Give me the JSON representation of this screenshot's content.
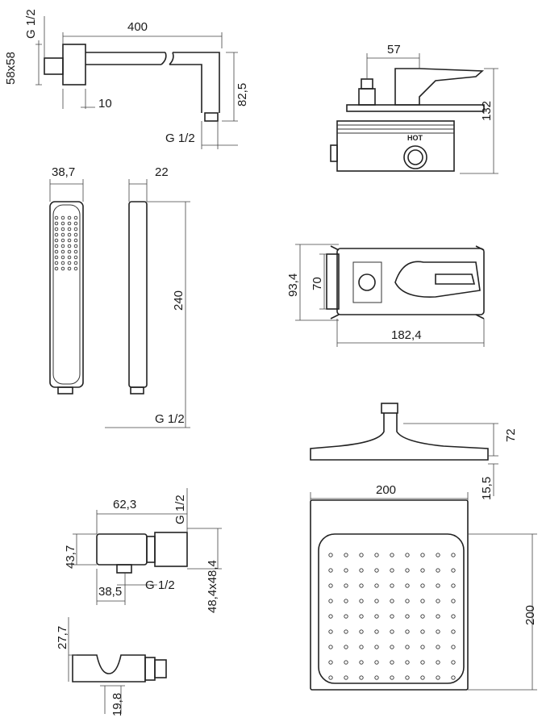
{
  "shower_arm": {
    "thread": "G 1/2",
    "length": "400",
    "flange": "58x58",
    "drop": "82,5",
    "flange_depth": "10",
    "outlet_thread": "G 1/2"
  },
  "mixer_side": {
    "spout_offset": "57",
    "height": "132",
    "hot_label": "HOT"
  },
  "hand_shower": {
    "width": "38,7",
    "depth": "22",
    "length": "240",
    "thread": "G 1/2"
  },
  "mixer_front": {
    "box_height": "93,4",
    "plate_height": "70",
    "plate_width": "182,4"
  },
  "head_side": {
    "height": "72",
    "thickness": "15,5"
  },
  "head_top": {
    "width": "200",
    "depth": "200"
  },
  "wall_outlet": {
    "length": "62,3",
    "thread_top": "G 1/2",
    "height": "43,7",
    "plate": "48,4x48,4",
    "thread_bottom": "G 1/2",
    "offset": "38,5"
  },
  "holder": {
    "height": "27,7",
    "depth": "19,8"
  }
}
